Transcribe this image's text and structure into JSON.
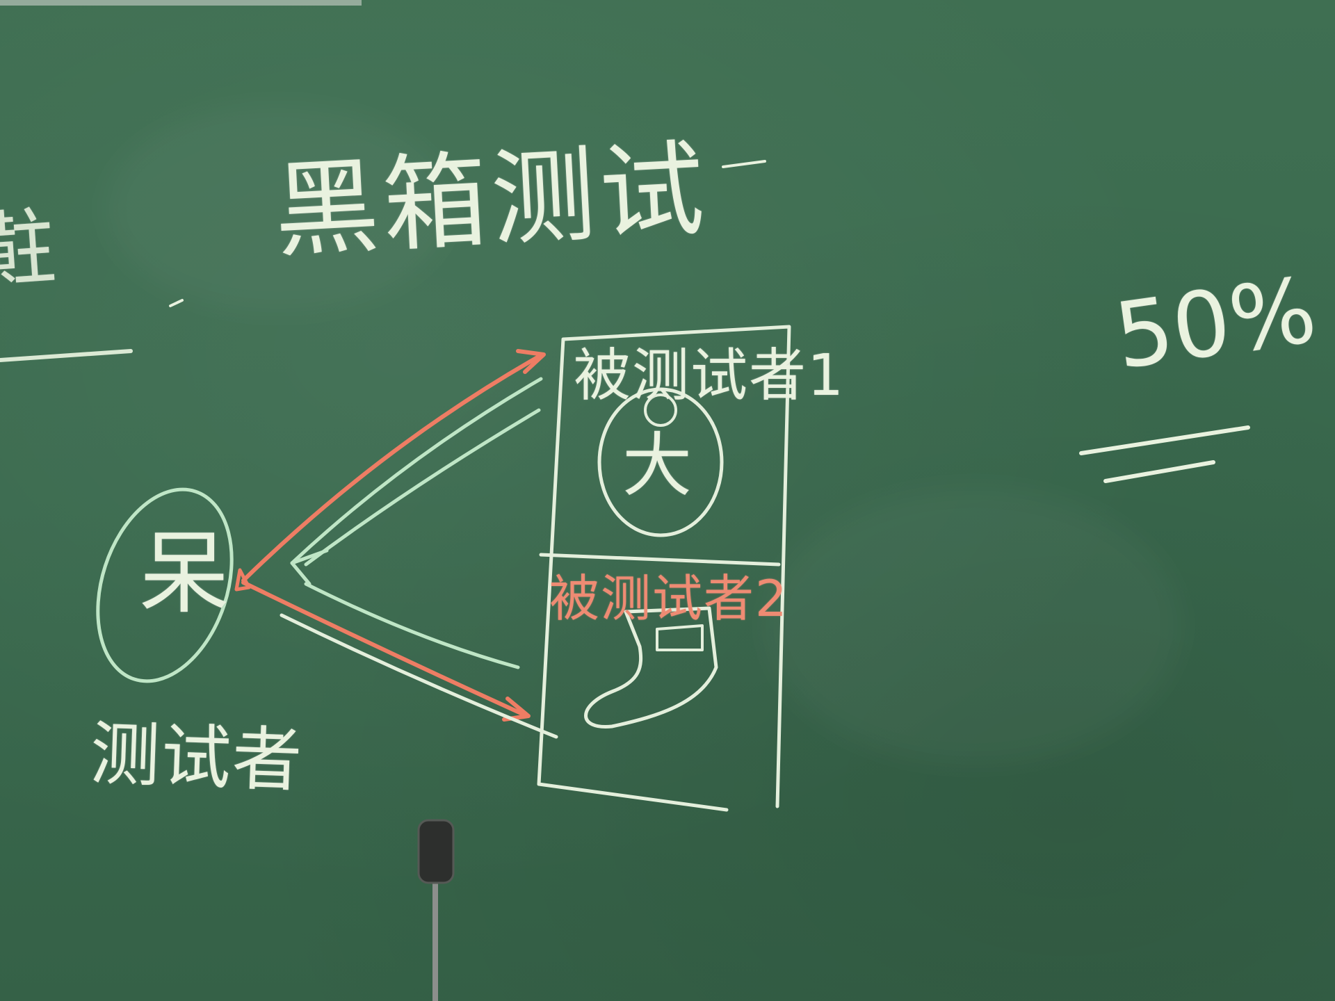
{
  "board": {
    "title": "黑箱测试",
    "title_left_partial": "黈",
    "percentage": "50%"
  },
  "tester": {
    "inner_char": "呆",
    "label": "测试者"
  },
  "subjects": [
    {
      "label": "被测试者1",
      "inner_char": "大"
    },
    {
      "label": "被测试者2"
    }
  ],
  "colors": {
    "board": "#3b6a4e",
    "chalk_white": "#e9f2df",
    "chalk_red": "#ee8b73",
    "chalk_light_green": "#bfe6c6"
  }
}
